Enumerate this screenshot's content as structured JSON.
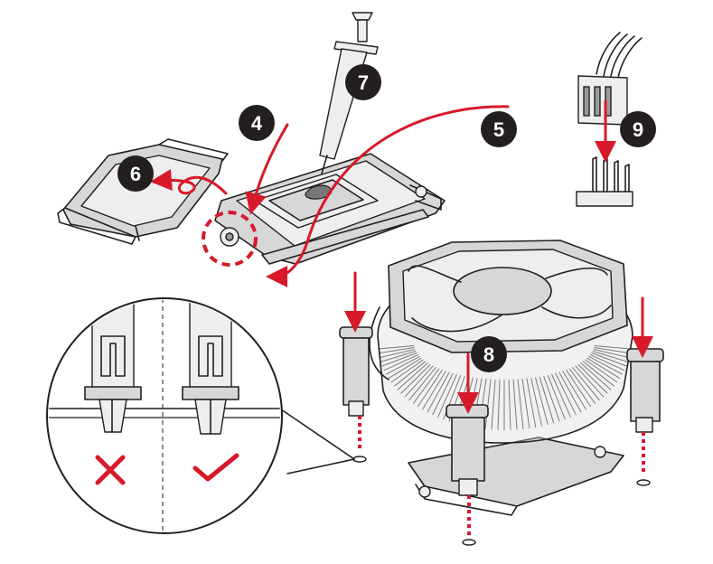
{
  "steps": {
    "step4": "4",
    "step5": "5",
    "step6": "6",
    "step7": "7",
    "step8": "8",
    "step9": "9"
  },
  "marks": {
    "wrong_glyph": "✕",
    "right_glyph": "✓"
  },
  "colors": {
    "accent_red": "#d7192a",
    "badge_fill": "#231f20",
    "part_gray": "#d7d7d7",
    "outline": "#231f20"
  },
  "icons": {
    "wrong": "cross-mark-icon",
    "right": "check-mark-icon"
  }
}
